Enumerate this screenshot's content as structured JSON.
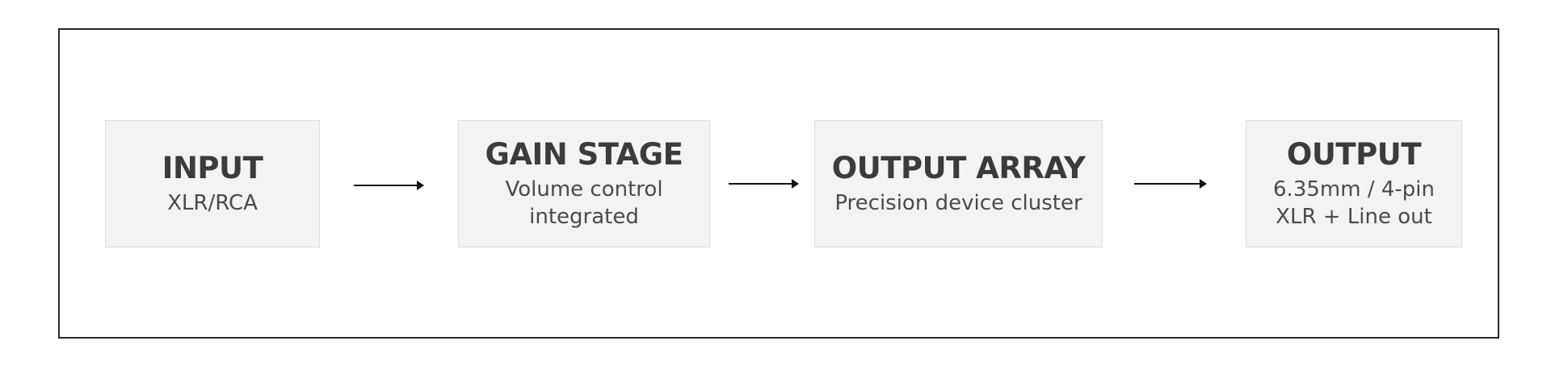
{
  "blocks": [
    {
      "title": "INPUT",
      "subtitle": "XLR/RCA"
    },
    {
      "title": "GAIN STAGE",
      "subtitle": "Volume control\nintegrated"
    },
    {
      "title": "OUTPUT ARRAY",
      "subtitle": "Precision device cluster"
    },
    {
      "title": "OUTPUT",
      "subtitle": "6.35mm / 4-pin\nXLR + Line out"
    }
  ],
  "colors": {
    "block_fill": "#f3f3f3",
    "block_border": "#dcdcdc",
    "frame_border": "#2a2a2a",
    "arrow": "#111111",
    "text": "#3b3b3b"
  }
}
